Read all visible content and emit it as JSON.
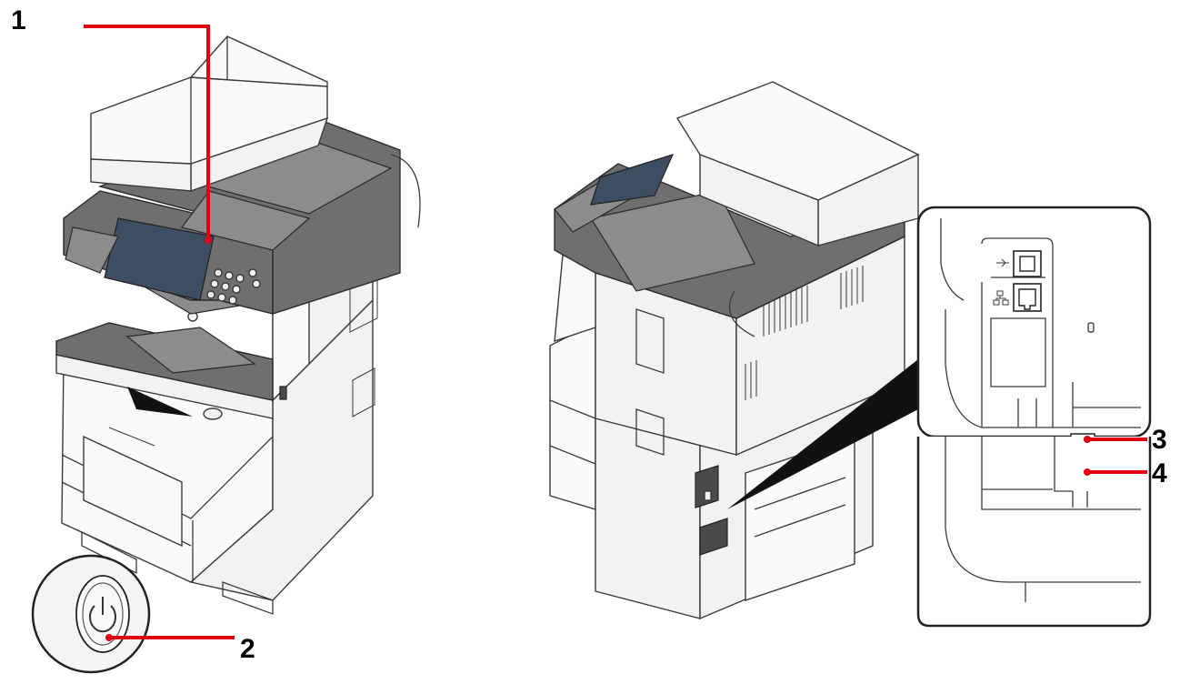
{
  "callouts": [
    {
      "label": "1"
    },
    {
      "label": "2"
    },
    {
      "label": "3"
    },
    {
      "label": "4"
    }
  ],
  "colors": {
    "leader": "#e0000f",
    "outline": "#3a3a3a",
    "dark_panel": "#6f6f6f",
    "screen": "#3e4e62"
  },
  "icons": {
    "power_button": "power-icon",
    "usb_port": "usb-icon",
    "network_port": "network-icon",
    "line_port": "telephone-line-icon",
    "tel_port": "telephone-icon"
  }
}
